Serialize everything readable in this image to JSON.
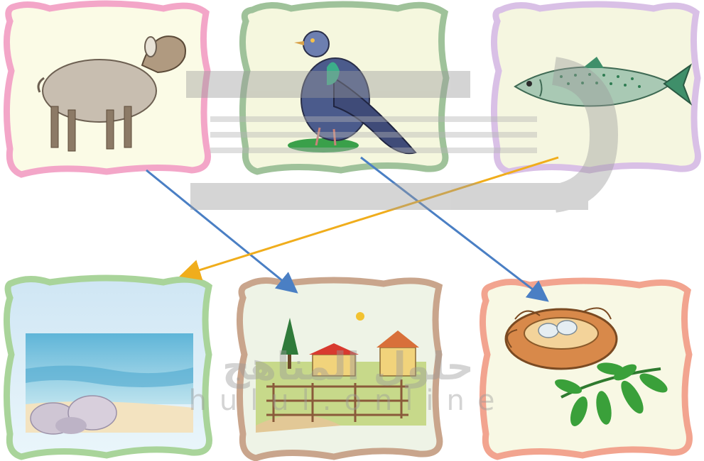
{
  "top_row": [
    {
      "animal": "sheep",
      "icon": "sheep-icon"
    },
    {
      "animal": "pigeon",
      "icon": "pigeon-icon"
    },
    {
      "animal": "fish",
      "icon": "fish-icon"
    }
  ],
  "bottom_row": [
    {
      "habitat": "sea",
      "icon": "sea-icon"
    },
    {
      "habitat": "farm",
      "icon": "farm-icon"
    },
    {
      "habitat": "nest",
      "icon": "nest-icon"
    }
  ],
  "connections": [
    {
      "from": "sheep",
      "to": "farm",
      "color": "#4a7fc4"
    },
    {
      "from": "pigeon",
      "to": "nest",
      "color": "#4a7fc4"
    },
    {
      "from": "fish",
      "to": "sea",
      "color": "#f0ad1c"
    }
  ],
  "frame_colors": {
    "sheep": "#f3a6c8",
    "pigeon": "#9fc29a",
    "fish": "#d9c0e6",
    "sea": "#a9d49a",
    "farm": "#c9a58c",
    "nest": "#f2a48f"
  },
  "watermark": {
    "line1": "حلول المناهج",
    "line2": "hulul.online"
  }
}
